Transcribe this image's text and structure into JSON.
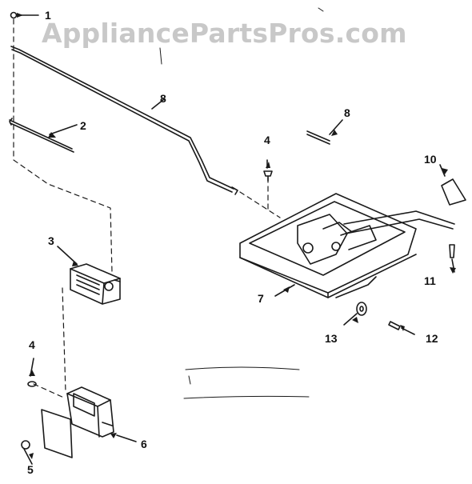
{
  "watermark": "AppliancePartsPros.com",
  "callouts": {
    "c1": "1",
    "c2": "2",
    "c3": "3",
    "c4a": "4",
    "c4b": "4",
    "c5": "5",
    "c6": "6",
    "c7": "7",
    "c8a": "8",
    "c8b": "8",
    "c10": "10",
    "c11": "11",
    "c12": "12",
    "c13": "13"
  },
  "colors": {
    "line": "#1a1a1a",
    "watermark": "#c8c8c8"
  }
}
